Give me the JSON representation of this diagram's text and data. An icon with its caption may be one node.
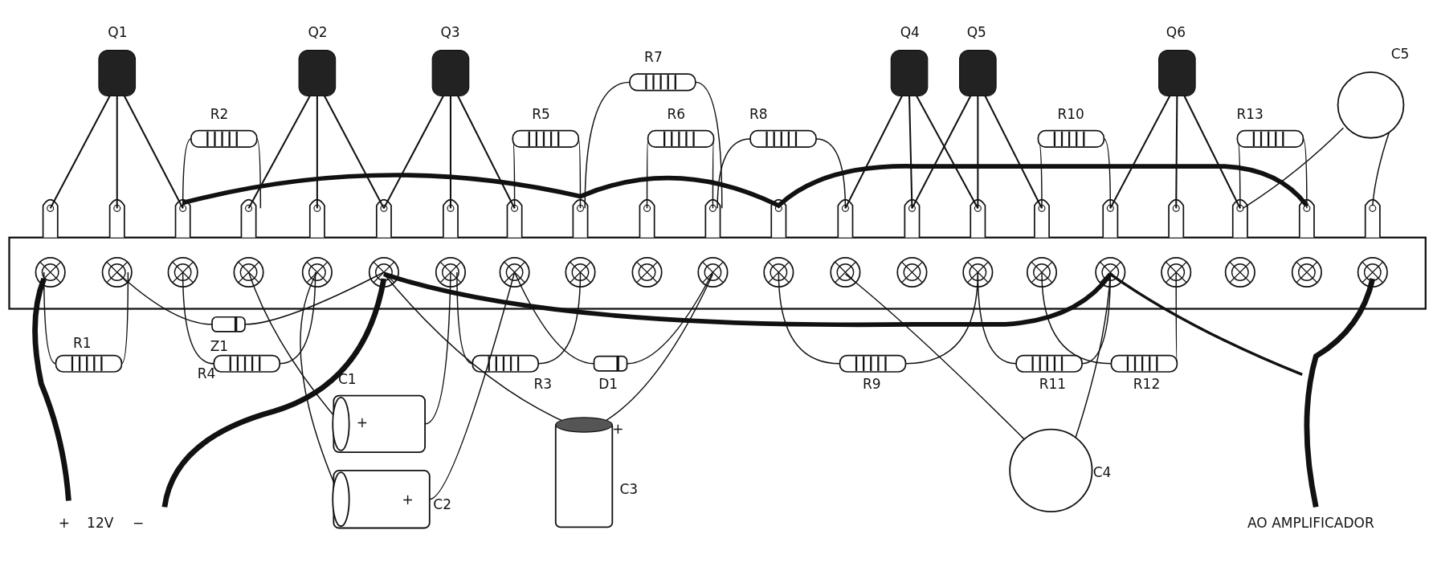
{
  "diagram": {
    "labels": [
      "Q1",
      "Q2",
      "Q3",
      "R7",
      "Q4",
      "Q5",
      "Q6",
      "C5",
      "R2",
      "R5",
      "R6",
      "R8",
      "R10",
      "R13",
      "R1",
      "Z1",
      "R4",
      "C1",
      "+",
      "R3",
      "D1",
      "+",
      "R9",
      "R11",
      "R12",
      "C4",
      "C2",
      "+",
      "C3",
      "+",
      "12V",
      "−",
      "AO AMPLIFICADOR"
    ]
  }
}
